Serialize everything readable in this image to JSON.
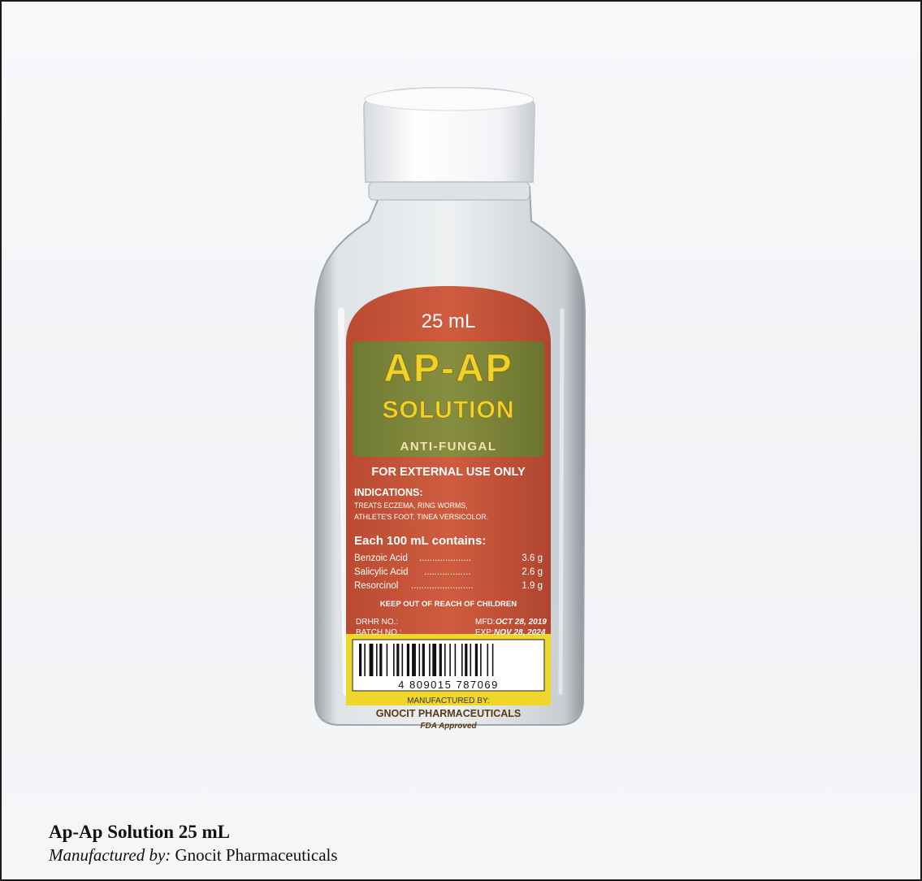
{
  "product": {
    "volume": "25 mL",
    "brand_line1": "AP-AP",
    "brand_line2": "SOLUTION",
    "category": "ANTI-FUNGAL",
    "warning_external": "FOR EXTERNAL USE ONLY",
    "indications_heading": "INDICATIONS:",
    "indications_line1": "TREATS ECZEMA, RING WORMS,",
    "indications_line2": "ATHLETE'S FOOT, TINEA VERSICOLOR.",
    "contents_heading": "Each 100 mL contains:",
    "ingredients": [
      {
        "name": "Benzoic Acid",
        "amount": "3.6 g"
      },
      {
        "name": "Salicylic Acid",
        "amount": "2.6 g"
      },
      {
        "name": "Resorcinol",
        "amount": "1.9 g"
      }
    ],
    "children_warning": "KEEP OUT OF REACH OF CHILDREN",
    "drhr_label": "DRHR NO.:",
    "batch_label": "BATCH NO.:",
    "mfd_label": "MFD:",
    "mfd_value": "OCT 28, 2019",
    "exp_label": "EXP:",
    "exp_value": "NOV 28, 2024",
    "barcode_number": "4  809015  787069",
    "manufactured_by_label": "MANUFACTURED BY:",
    "manufacturer": "GNOCIT PHARMACEUTICALS",
    "fda_note": "FDA Approved"
  },
  "caption": {
    "title": "Ap-Ap Solution 25 mL",
    "manufactured_label": "Manufactured by:",
    "manufacturer": "Gnocit Pharmaceuticals"
  },
  "colors": {
    "label_red": "#c8553a",
    "label_yellow": "#f0d62a",
    "title_panel": "#7f8a3a",
    "title_text": "#f0d22a",
    "cap_white": "#f4f5f7"
  }
}
